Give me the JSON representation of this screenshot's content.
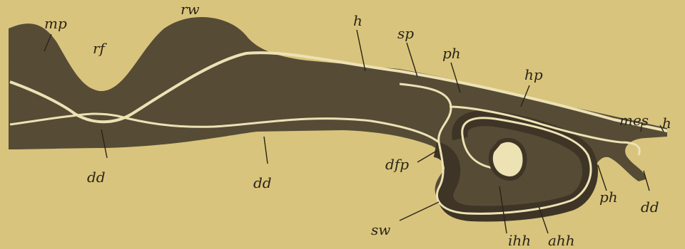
{
  "colors": {
    "background": "#d8c47c",
    "tissue": "#5a4f38",
    "tissue_dark": "#3e3526",
    "cavity": "#ece2b4",
    "line": "#2a2418"
  },
  "labels": {
    "mp": "mp",
    "rw": "rw",
    "rf": "rf",
    "h_top": "h",
    "sp": "sp",
    "ph_top": "ph",
    "hp": "hp",
    "mes": "mes",
    "h_right": "h",
    "dd_left": "dd",
    "dd_mid": "dd",
    "dfp": "dfp",
    "sw": "sw",
    "ihh": "ihh",
    "ahh": "ahh",
    "ph_bottom": "ph",
    "dd_right": "dd"
  }
}
